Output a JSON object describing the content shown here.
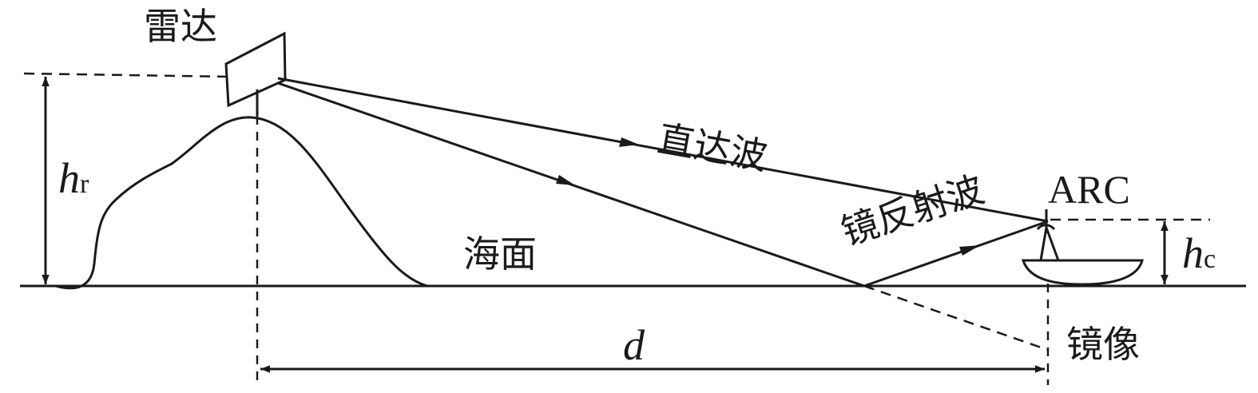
{
  "labels": {
    "radar": "雷达",
    "direct_wave": "直达波",
    "specular_wave": "镜反射波",
    "sea_surface": "海面",
    "arc": "ARC",
    "image": "镜像",
    "distance": "d",
    "radar_height": "h",
    "radar_height_sub": "r",
    "arc_height": "h",
    "arc_height_sub": "c"
  },
  "colors": {
    "stroke": "#1a1a1a",
    "background": "#ffffff"
  }
}
